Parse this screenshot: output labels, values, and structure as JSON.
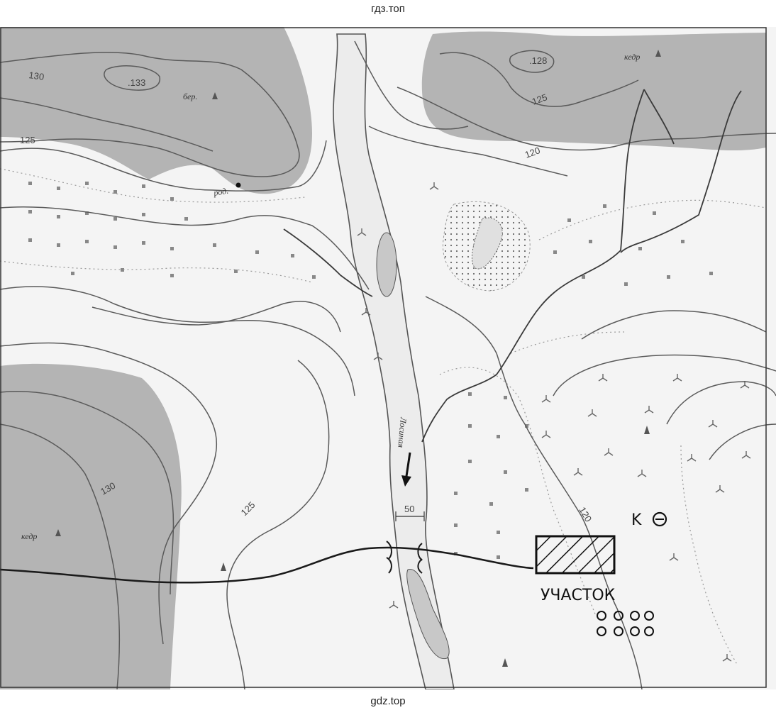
{
  "watermark_top": "гдз.топ",
  "watermark_bottom": "gdz.top",
  "map": {
    "elevations": {
      "peak_nw": ".133",
      "peak_ne": ".128",
      "contour_130_nw": "130",
      "contour_125_w": "125",
      "contour_125_ne": "125",
      "contour_120_ne": "120",
      "contour_130_sw": "130",
      "contour_125_sw": "125",
      "contour_120_se": "120",
      "river_width": "50"
    },
    "labels": {
      "forest_birch": "бер.",
      "spring": "род.",
      "forest_cedar_ne": "кедр",
      "forest_cedar_sw": "кедр",
      "river_name": "Лосиная"
    },
    "annotations": {
      "site_label": "УЧАСТОК",
      "k_label": "K"
    },
    "colors": {
      "forest_fill": "#b4b4b4",
      "river_fill": "#ececec",
      "line": "#4a4a4a",
      "ink": "#111111"
    }
  }
}
